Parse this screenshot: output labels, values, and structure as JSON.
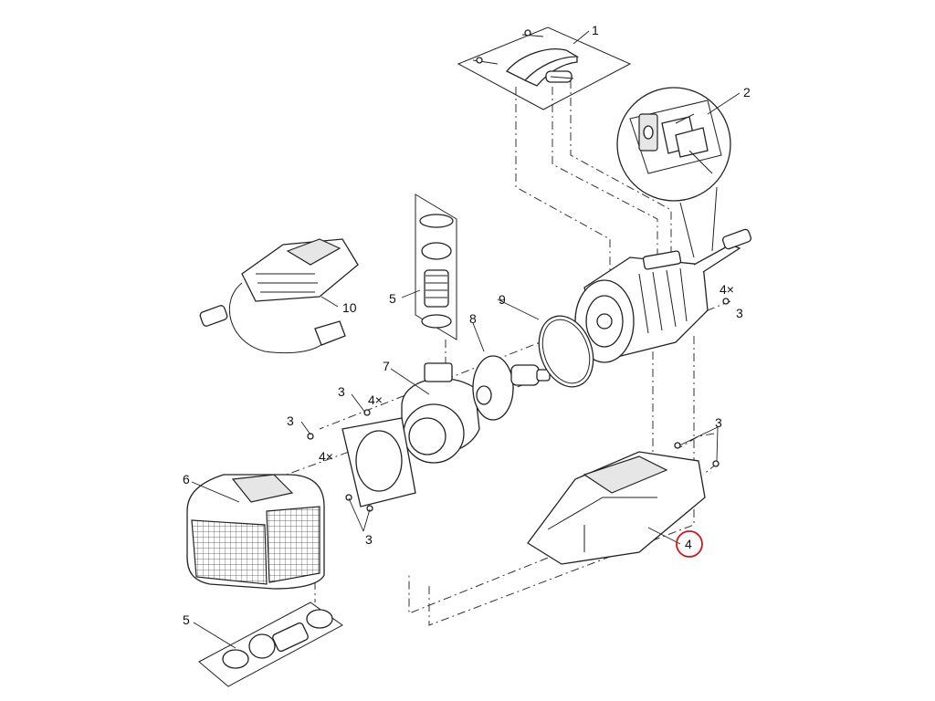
{
  "diagram": {
    "highlight_color": "#d0161b",
    "line_color": "#222222",
    "callouts": {
      "c1": "1",
      "c2": "2",
      "c3_right_top": "3",
      "c4x_right": "4×",
      "c3_mid_top": "3",
      "c4x_mid": "4×",
      "c3_left": "3",
      "c4x_left": "4×",
      "c3_right_low": "3",
      "c3_bracket": "3",
      "c4": "4",
      "c5_top": "5",
      "c5_bottom": "5",
      "c6": "6",
      "c7": "7",
      "c8": "8",
      "c9": "9",
      "c10": "10"
    }
  }
}
